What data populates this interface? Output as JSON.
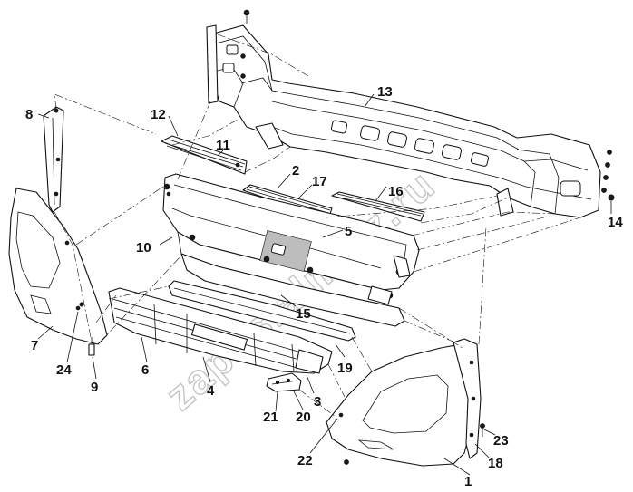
{
  "watermark": "zapos.alm-kz.ru",
  "callouts": [
    "1",
    "2",
    "3",
    "4",
    "5",
    "6",
    "7",
    "8",
    "9",
    "10",
    "11",
    "12",
    "13",
    "14",
    "15",
    "16",
    "17",
    "18",
    "19",
    "20",
    "21",
    "22",
    "23",
    "24"
  ]
}
